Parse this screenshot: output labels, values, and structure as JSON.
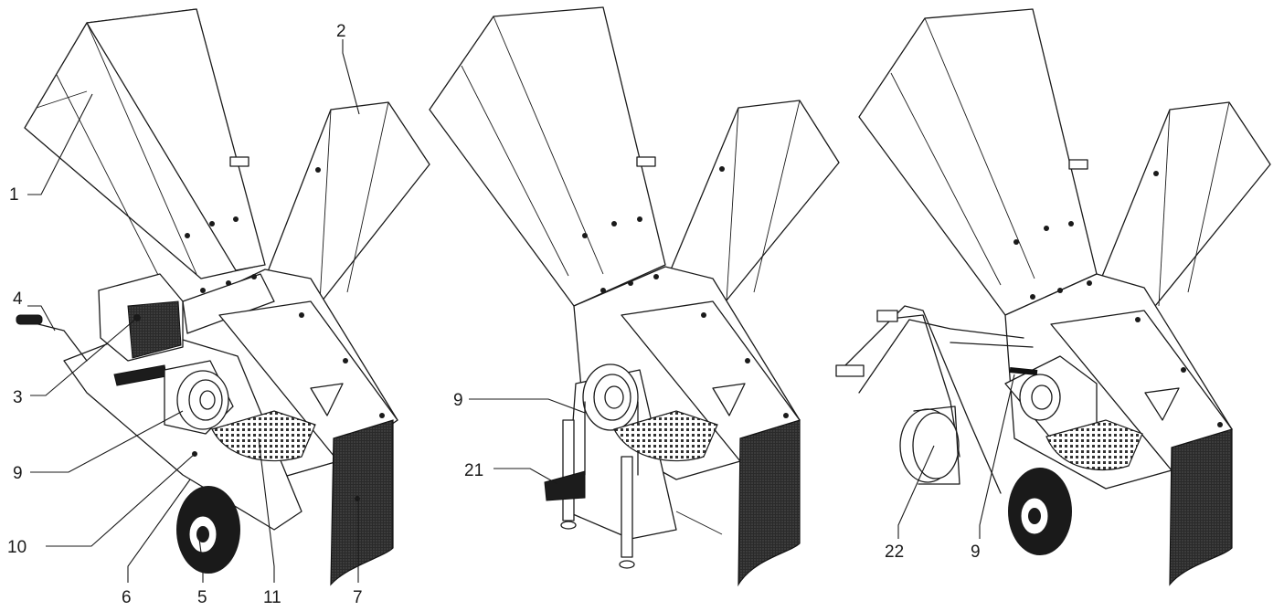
{
  "figure": {
    "panels": [
      {
        "id": "left",
        "callouts": [
          {
            "label": "1"
          },
          {
            "label": "2"
          },
          {
            "label": "3"
          },
          {
            "label": "4"
          },
          {
            "label": "5"
          },
          {
            "label": "6"
          },
          {
            "label": "7"
          },
          {
            "label": "9"
          },
          {
            "label": "10"
          },
          {
            "label": "11"
          }
        ]
      },
      {
        "id": "middle",
        "callouts": [
          {
            "label": "9"
          },
          {
            "label": "21"
          }
        ]
      },
      {
        "id": "right",
        "callouts": [
          {
            "label": "22"
          },
          {
            "label": "9"
          }
        ]
      }
    ]
  }
}
